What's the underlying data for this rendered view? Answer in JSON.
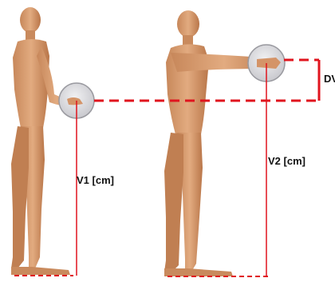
{
  "labels": {
    "v1": "V1 [cm]",
    "v2": "V2 [cm]",
    "dv": "DV"
  },
  "colors": {
    "skin": "#d79a6e",
    "skin_shadow": "#b9794c",
    "disc_fill": "#d9d9dc",
    "disc_stroke": "#9a9aa0",
    "measure_red": "#e0141e"
  }
}
